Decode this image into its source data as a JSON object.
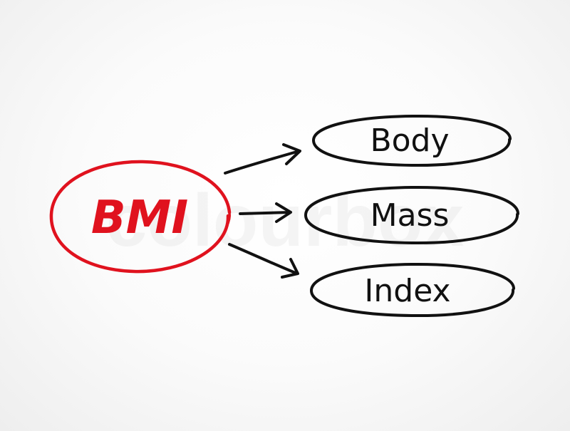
{
  "diagram": {
    "acronym": {
      "label": "BMI",
      "color": "#e0121e"
    },
    "expansion": [
      {
        "label": "Body"
      },
      {
        "label": "Mass"
      },
      {
        "label": "Index"
      }
    ],
    "ink_color": "#111111",
    "watermark": "colourbox"
  }
}
